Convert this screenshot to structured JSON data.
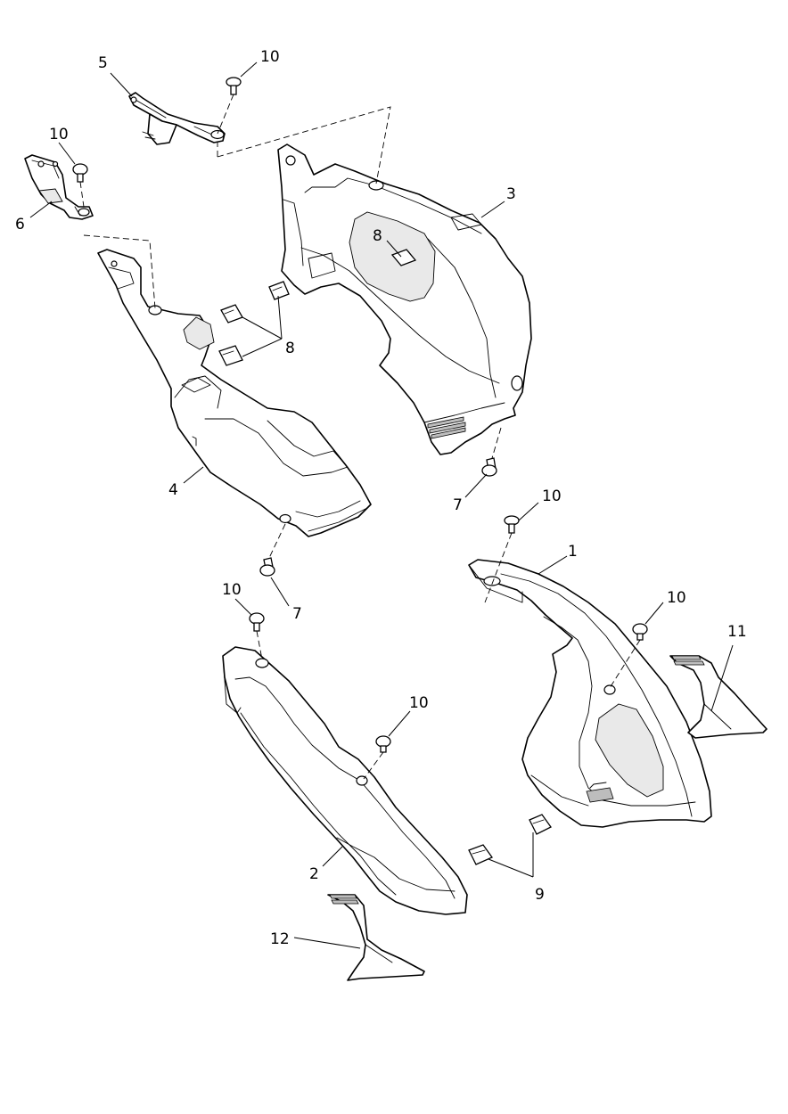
{
  "diagram": {
    "labels": {
      "p1": "1",
      "p2": "2",
      "p3": "3",
      "p4": "4",
      "p5": "5",
      "p6": "6",
      "p7a": "7",
      "p7b": "7",
      "p8a": "8",
      "p8b": "8",
      "p9": "9",
      "p10a": "10",
      "p10b": "10",
      "p10c": "10",
      "p10d": "10",
      "p10e": "10",
      "p10f": "10",
      "p11": "11",
      "p12": "12"
    }
  }
}
